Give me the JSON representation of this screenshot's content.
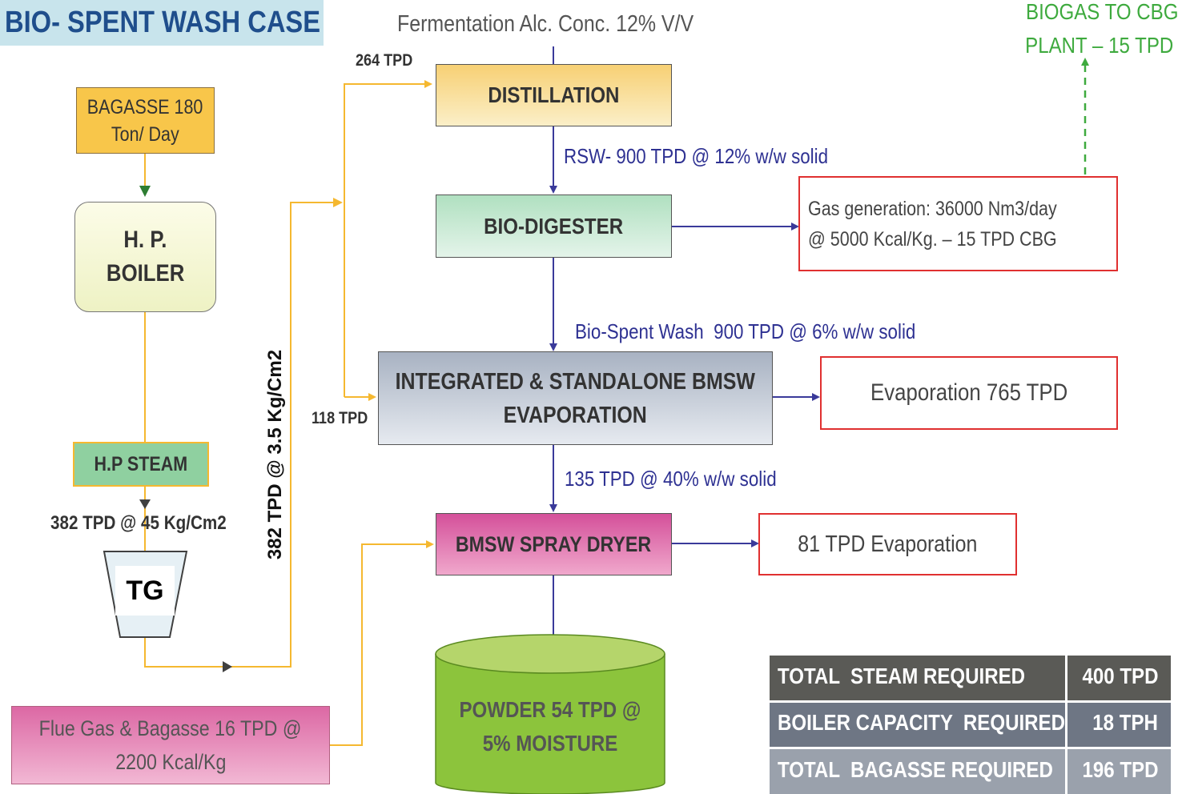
{
  "title": "BIO- SPENT WASH CASE",
  "top": {
    "fermentation": "Fermentation Alc. Conc. 12% V/V",
    "biogas_line1": "BIOGAS TO CBG",
    "biogas_line2": "PLANT – 15 TPD"
  },
  "bagasse": {
    "line1": "BAGASSE 180",
    "line2": "Ton/ Day"
  },
  "boiler": {
    "line1": "H. P.",
    "line2": "BOILER"
  },
  "hp_steam": "H.P STEAM",
  "steam_flow": "382 TPD @ 45 Kg/Cm2",
  "tg": "TG",
  "vertical_flow": "382 TPD @ 3.5 Kg/Cm2",
  "flow_264": "264 TPD",
  "flow_118": "118 TPD",
  "distillation": "DISTILLATION",
  "rsw": "RSW- 900 TPD @ 12% w/w solid",
  "biodigester": "BIO-DIGESTER",
  "gas_gen": {
    "line1": "Gas generation: 36000 Nm3/day",
    "line2": "@ 5000 Kcal/Kg. – 15 TPD CBG"
  },
  "bio_spent": "Bio-Spent Wash  900 TPD @ 6% w/w solid",
  "evaporation_unit": {
    "line1": "INTEGRATED & STANDALONE BMSW",
    "line2": "EVAPORATION"
  },
  "evap_out": "Evaporation 765 TPD",
  "conc_flow": "135 TPD @ 40% w/w solid",
  "spray_dryer": "BMSW SPRAY DRYER",
  "dryer_out": "81 TPD Evaporation",
  "flue_gas": {
    "line1": "Flue Gas & Bagasse 16 TPD @",
    "line2": "2200 Kcal/Kg"
  },
  "powder": {
    "line1": "POWDER 54 TPD @",
    "line2": "5% MOISTURE"
  },
  "summary": [
    {
      "label": "TOTAL  STEAM REQUIRED",
      "value": "400 TPD"
    },
    {
      "label": "BOILER CAPACITY  REQUIRED",
      "value": "18 TPH"
    },
    {
      "label": "TOTAL  BAGASSE REQUIRED",
      "value": "196 TPD"
    }
  ],
  "colors": {
    "steam_line": "#F5B830",
    "process_arrow": "#3A3A9A",
    "biogas_green": "#3EAA3E",
    "output_border": "#E03030",
    "title_bg": "#C8E4EC",
    "title_text": "#1F4E8C",
    "navy_text": "#2E3192"
  }
}
